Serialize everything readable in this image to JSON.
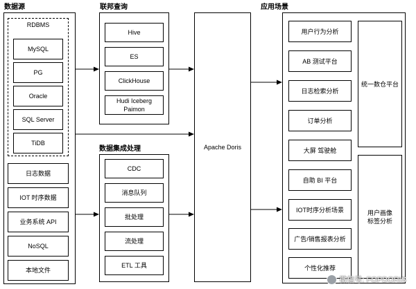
{
  "sections": {
    "sources": "数据源",
    "federated": "联邦查询",
    "integration": "数据集成处理",
    "applications": "应用场景"
  },
  "rdbms": {
    "title": "RDBMS",
    "items": [
      "MySQL",
      "PG",
      "Oracle",
      "SQL Server",
      "TiDB"
    ]
  },
  "other_sources": [
    "日志数据",
    "IOT 时序数据",
    "业务系统 API",
    "NoSQL",
    "本地文件"
  ],
  "federated_items": [
    "Hive",
    "ES",
    "ClickHouse",
    "Hudi Iceberg Paimon"
  ],
  "integration_items": [
    "CDC",
    "消息队列",
    "批处理",
    "流处理",
    "ETL 工具"
  ],
  "engine": "Apache Doris",
  "applications": [
    "用户行为分析",
    "AB 测试平台",
    "日志检索分析",
    "订单分析",
    "大屏 驾驶舱",
    "自助 BI 平台",
    "IOT时序分析场景",
    "广告/销售报表分析",
    "个性化推荐"
  ],
  "platforms": [
    "统一数仓平台",
    "用户画像\n标签分析"
  ],
  "watermark": "微信号: FOPDORIS"
}
